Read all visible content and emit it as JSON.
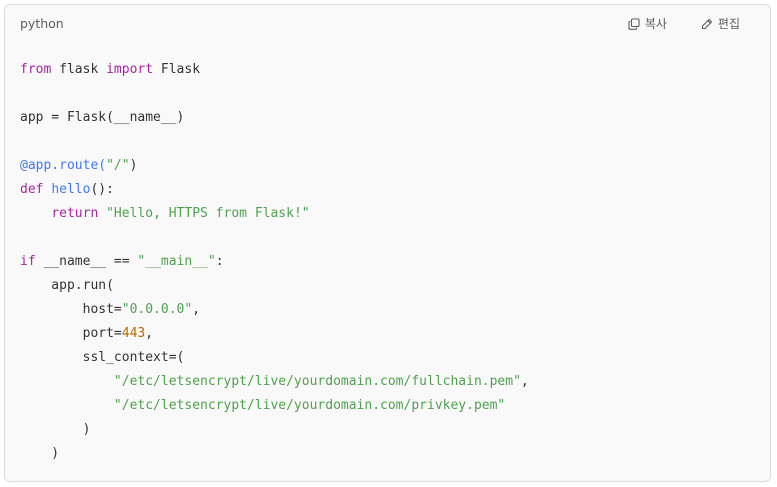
{
  "header": {
    "language": "python",
    "copy_label": "복사",
    "edit_label": "편집"
  },
  "icons": {
    "copy": "copy-icon",
    "edit": "pencil-icon"
  },
  "colors": {
    "keyword": "#a626a4",
    "function": "#4078f2",
    "string": "#50a14f",
    "number": "#b76b01",
    "text": "#333333",
    "background": "#f9f9f9"
  },
  "code": {
    "l1": {
      "kw1": "from",
      "t1": " flask ",
      "kw2": "import",
      "t2": " Flask"
    },
    "l3": {
      "t1": "app = Flask(__name__)"
    },
    "l5": {
      "dec": "@app.route(",
      "str": "\"/\"",
      "t1": ")"
    },
    "l6": {
      "kw": "def",
      "t0": " ",
      "fn": "hello",
      "t1": "():"
    },
    "l7": {
      "indent": "    ",
      "kw": "return",
      "t0": " ",
      "str": "\"Hello, HTTPS from Flask!\""
    },
    "l9": {
      "kw": "if",
      "t1": " __name__ == ",
      "str": "\"__main__\"",
      "t2": ":"
    },
    "l10": {
      "t1": "    app.run("
    },
    "l11": {
      "t1": "        host=",
      "str": "\"0.0.0.0\"",
      "t2": ","
    },
    "l12": {
      "t1": "        port=",
      "num": "443",
      "t2": ","
    },
    "l13": {
      "t1": "        ssl_context=("
    },
    "l14": {
      "t1": "            ",
      "str": "\"/etc/letsencrypt/live/yourdomain.com/fullchain.pem\"",
      "t2": ","
    },
    "l15": {
      "t1": "            ",
      "str": "\"/etc/letsencrypt/live/yourdomain.com/privkey.pem\""
    },
    "l16": {
      "t1": "        )"
    },
    "l17": {
      "t1": "    )"
    }
  }
}
